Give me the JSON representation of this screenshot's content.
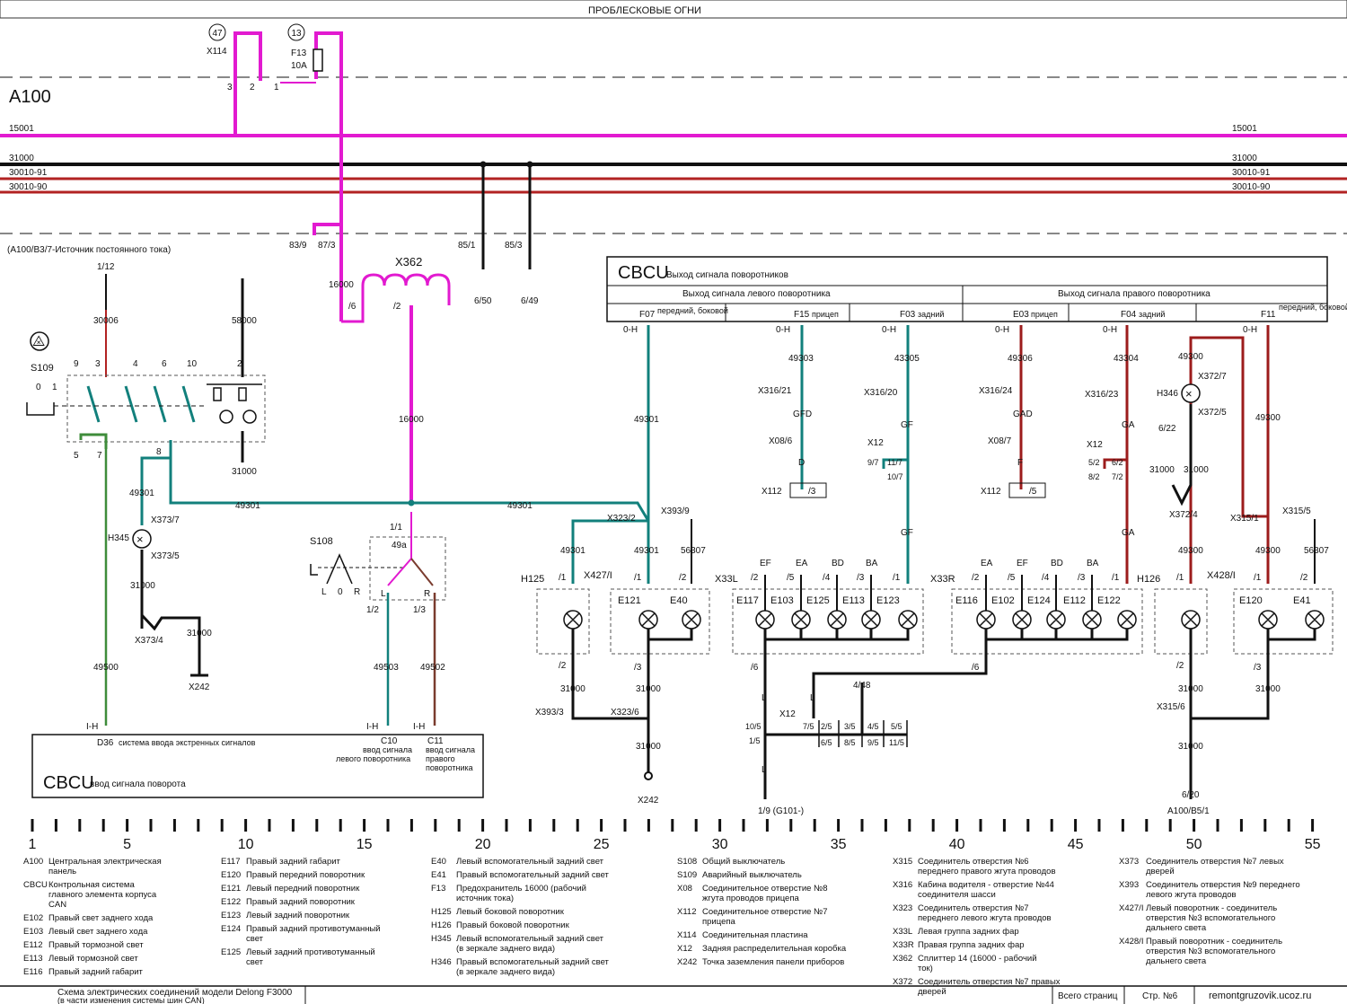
{
  "title": "ПРОБЛЕСКОВЫЕ ОГНИ",
  "module": "A100",
  "buses": {
    "b15001": "15001",
    "b31000": "31000",
    "b30010_91": "30010-91",
    "b30010_90": "30010-90"
  },
  "colors": {
    "magenta": "#e21ad0",
    "teal": "#12807c",
    "green": "#3e8c3a",
    "red": "#b22222",
    "darkred": "#9c1c1c",
    "brown": "#7a3b2e",
    "black": "#111111",
    "dash": "#888888"
  },
  "top": {
    "c47": "47",
    "x114": "X114",
    "c13": "13",
    "f13": "F13",
    "f13_amp": "10A",
    "pin3": "3",
    "pin2": "2",
    "pin1": "1",
    "source": "(A100/B3/7-Источник постоянного тока)",
    "p83_9": "83/9",
    "p87_3": "87/3",
    "w16000a": "16000",
    "x362": "X362",
    "x362_p6": "/6",
    "x362_p2": "/2",
    "w16000b": "16000",
    "p85_1": "85/1",
    "p85_3": "85/3",
    "p6_50": "6/50",
    "p6_49": "6/49"
  },
  "left": {
    "p1_12": "1/12",
    "w30006": "30006",
    "w58000": "58000",
    "s109": "S109",
    "s109_0": "0",
    "s109_1": "1",
    "pin9": "9",
    "pin3": "3",
    "pin4": "4",
    "pin6": "6",
    "pin10": "10",
    "pin2": "2",
    "pin5": "5",
    "pin7": "7",
    "pin8": "8",
    "pin1": "1",
    "w31000a": "31000",
    "w49301a": "49301",
    "w49301b": "49301",
    "w49301c": "49301",
    "x373_7": "X373/7",
    "h345": "H345",
    "x373_5": "X373/5",
    "w31000b": "31000",
    "x373_4": "X373/4",
    "w31000c": "31000",
    "x242": "X242",
    "w49500": "49500",
    "ih1": "I-H",
    "d36": "D36",
    "d36_text": "система ввода экстренных сигналов",
    "s108": "S108",
    "s108_l": "L",
    "s108_0": "0",
    "s108_r": "R",
    "p1_1": "1/1",
    "p49a": "49a",
    "pL": "L",
    "pR": "R",
    "p1_2": "1/2",
    "p1_3": "1/3",
    "w49503": "49503",
    "w49502": "49502",
    "ih2": "I-H",
    "ih3": "I-H",
    "c10": "C10",
    "c10_text1": "ввод сигнала",
    "c10_text2": "левого поворотника",
    "c11": "C11",
    "c11_text1": "ввод сигнала",
    "c11_text2": "правого",
    "c11_text3": "поворотника",
    "cbcu": "CBCU",
    "cbcu_text": "ввод сигнала поворота"
  },
  "right": {
    "cbcu": "CBCU",
    "cbcu_text": "Выход сигнала поворотников",
    "left_out": "Выход сигнала левого поворотника",
    "right_out": "Выход сигнала правого поворотника",
    "f07": "F07",
    "f07_sub": "передний, боковой",
    "f15": "F15",
    "f15_sub": "прицеп",
    "f03": "F03",
    "f03_sub": "задний",
    "e03": "E03",
    "e03_sub": "прицеп",
    "f04": "F04",
    "f04_sub": "задний",
    "f11": "F11",
    "f11_sub": "передний, боковой",
    "oh": "0-H",
    "w49301": "49301",
    "w49303": "49303",
    "w43305": "43305",
    "w49306": "49306",
    "w43304": "43304",
    "w49300": "49300",
    "x316_21": "X316/21",
    "x316_20": "X316/20",
    "x316_24": "X316/24",
    "x316_23": "X316/23",
    "gfd": "GFD",
    "gf": "GF",
    "gad": "GAD",
    "ga": "GA",
    "x08_6": "X08/6",
    "x08_7": "X08/7",
    "d": "D",
    "f": "F",
    "x12": "X12",
    "p9_7": "9/7",
    "p11_7": "11/7",
    "p10_7": "10/7",
    "p5_2": "5/2",
    "p6_2": "6/2",
    "p8_2": "8/2",
    "p7_2": "7/2",
    "x112": "X112",
    "p3": "/3",
    "p5": "/5",
    "h346": "H346",
    "x372_7": "X372/7",
    "x372_5": "X372/5",
    "p6_22": "6/22",
    "w31000": "31000",
    "x372_4": "X372/4",
    "x323_2": "X323/2",
    "x393_9": "X393/9",
    "w56307": "56307",
    "x315_1": "X315/1",
    "x315_5": "X315/5",
    "h125": "H125",
    "x427": "X427/I",
    "e121": "E121",
    "e40": "E40",
    "x33l": "X33L",
    "e117": "E117",
    "e103": "E103",
    "e125": "E125",
    "e113": "E113",
    "e123": "E123",
    "x33r": "X33R",
    "e116": "E116",
    "e102": "E102",
    "e124": "E124",
    "e112": "E112",
    "e122": "E122",
    "h126": "H126",
    "x428": "X428/I",
    "e120": "E120",
    "e41": "E41",
    "ef": "EF",
    "ea": "EA",
    "bd": "BD",
    "ba": "BA",
    "p1": "/1",
    "p2": "/2",
    "p4": "/4",
    "p6": "/6",
    "x393_3": "X393/3",
    "x323_6": "X323/6",
    "x242": "X242",
    "p4_48": "4/48",
    "l": "L",
    "p7_5": "7/5",
    "p2_5": "2/5",
    "p3_5": "3/5",
    "p4_5": "4/5",
    "p5_5": "5/5",
    "p10_5": "10/5",
    "p1_5": "1/5",
    "p6_5": "6/5",
    "p8_5": "8/5",
    "p9_5": "9/5",
    "p11_5": "11/5",
    "p1_9": "1/9 (G101-)",
    "x315_6": "X315/6",
    "p6_20": "6/20",
    "a100_b5": "A100/B5/1"
  },
  "ruler": [
    "1",
    "5",
    "10",
    "15",
    "20",
    "25",
    "30",
    "35",
    "40",
    "45",
    "50",
    "55"
  ],
  "legend": [
    [
      [
        "A100",
        "Центральная электрическая панель"
      ],
      [
        "CBCU",
        "Контрольная система главного элемента корпуса CAN"
      ],
      [
        "E102",
        "Правый свет заднего хода"
      ],
      [
        "E103",
        "Левый свет заднего хода"
      ],
      [
        "E112",
        "Правый тормозной свет"
      ],
      [
        "E113",
        "Левый тормозной свет"
      ],
      [
        "E116",
        "Правый задний габарит"
      ]
    ],
    [
      [
        "E117",
        "Правый задний габарит"
      ],
      [
        "E120",
        "Правый передний поворотник"
      ],
      [
        "E121",
        "Левый передний поворотник"
      ],
      [
        "E122",
        "Правый задний поворотник"
      ],
      [
        "E123",
        "Левый задний поворотник"
      ],
      [
        "E124",
        "Правый задний противотуманный свет"
      ],
      [
        "E125",
        "Левый задний противотуманный свет"
      ]
    ],
    [
      [
        "E40",
        "Левый вспомогательный задний свет"
      ],
      [
        "E41",
        "Правый вспомогательный задний свет"
      ],
      [
        "F13",
        "Предохранитель 16000 (рабочий источник тока)"
      ],
      [
        "H125",
        "Левый боковой поворотник"
      ],
      [
        "H126",
        "Правый боковой поворотник"
      ],
      [
        "H345",
        "Левый вспомогательный задний свет (в зеркале заднего вида)"
      ],
      [
        "H346",
        "Правый вспомогательный задний свет (в зеркале заднего вида)"
      ]
    ],
    [
      [
        "S108",
        "Общий выключатель"
      ],
      [
        "S109",
        "Аварийный выключатель"
      ],
      [
        "X08",
        "Соединительное отверстие №8 жгута проводов прицепа"
      ],
      [
        "X112",
        "Соединительное отверстие №7 прицепа"
      ],
      [
        "X114",
        "Соединительная пластина"
      ],
      [
        "X12",
        "Задняя распределительная коробка"
      ],
      [
        "X242",
        "Точка заземления панели приборов"
      ]
    ],
    [
      [
        "X315",
        "Соединитель отверстия №6 переднего правого жгута проводов"
      ],
      [
        "X316",
        "Кабина водителя - отверстие №44 соединителя шасси"
      ],
      [
        "X323",
        "Соединитель отверстия №7 переднего левого жгута проводов"
      ],
      [
        "X33L",
        "Левая группа задних фар"
      ],
      [
        "X33R",
        "Правая группа задних фар"
      ],
      [
        "X362",
        "Сплиттер 14 (16000 - рабочий ток)"
      ],
      [
        "X372",
        "Соединитель отверстия №7 правых дверей"
      ]
    ],
    [
      [
        "X373",
        "Соединитель отверстия №7 левых дверей"
      ],
      [
        "X393",
        "Соединитель отверстия №9 переднего левого жгута проводов"
      ],
      [
        "X427/I",
        "Левый поворотник - соединитель отверстия №3 вспомогательного дальнего света"
      ],
      [
        "X428/I",
        "Правый поворотник - соединитель отверстия №3 вспомогательного дальнего света"
      ]
    ]
  ],
  "footer": {
    "scheme1": "Схема электрических соединений модели Delong F3000",
    "scheme2": "(в части изменения системы шин CAN)",
    "pages": "Всего страниц",
    "page": "Стр. №6",
    "site": "remontgruzovik.ucoz.ru"
  }
}
